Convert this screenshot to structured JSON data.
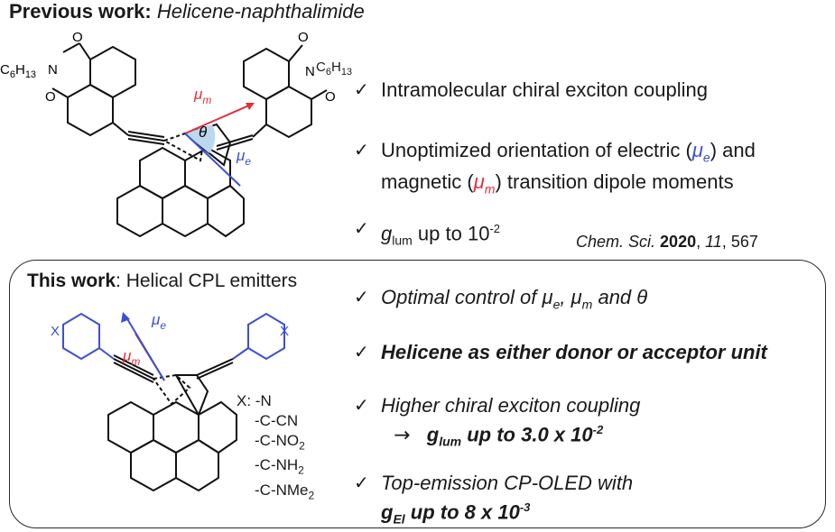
{
  "previous": {
    "title_bold": "Previous work:",
    "title_italic": "Helicene-naphthalimide",
    "bullets": {
      "b1": "Intramolecular chiral exciton coupling",
      "b2_pre": "Unoptimized orientation of electric (",
      "b2_sym": "μ",
      "b2_sub": "e",
      "b2_post": ") and",
      "b2_line2_pre": "magnetic (",
      "b2_line2_sym": "μ",
      "b2_line2_sub": "m",
      "b2_line2_post": ") transition dipole moments",
      "b3_g": "g",
      "b3_sub": "lum",
      "b3_text": " up to 10",
      "b3_sup": "-2"
    },
    "reference": {
      "journal": "Chem. Sci.",
      "year": "2020",
      "volume": "11",
      "page": "567"
    },
    "molecule_labels": {
      "left_chain": "C",
      "left_chain_sub1": "6",
      "left_chain_h": "H",
      "left_chain_sub2": "13",
      "n": "N",
      "o": "O",
      "mu": "μ",
      "mu_m_sub": "m",
      "mu_e_sub": "e",
      "theta": "θ"
    }
  },
  "current": {
    "title_bold": "This work",
    "title_rest": ": Helical CPL emitters",
    "bullets": {
      "b1_pre": "Optimal control of ",
      "b1_mu1": "μ",
      "b1_sub1": "e",
      "b1_sep": ", ",
      "b1_mu2": "μ",
      "b1_sub2": "m",
      "b1_and": " and ",
      "b1_theta": "θ",
      "b2": "Helicene as either donor or acceptor unit",
      "b3": "Higher chiral exciton coupling",
      "b3_arrow": "→",
      "b3_g": "g",
      "b3_sub": "lum",
      "b3_text": " up to 3.0 x 10",
      "b3_sup": "-2",
      "b4": "Top-emission CP-OLED with",
      "b4_g": "g",
      "b4_sub": "El",
      "b4_text": " up to 8 x 10",
      "b4_sup": "-3"
    },
    "substituents": {
      "x_label": "X: -N",
      "list": [
        "-C-CN",
        "-C-NO",
        "-C-NH",
        "-C-NMe"
      ],
      "list_subs": [
        "",
        "2",
        "2",
        "2"
      ]
    },
    "molecule_labels": {
      "x": "X",
      "mu": "μ",
      "mu_e_sub": "e",
      "mu_m_sub": "m"
    }
  },
  "check": "✓",
  "colors": {
    "blue": "#3b4fd6",
    "red": "#e0303a",
    "text": "#1a1a1a"
  }
}
